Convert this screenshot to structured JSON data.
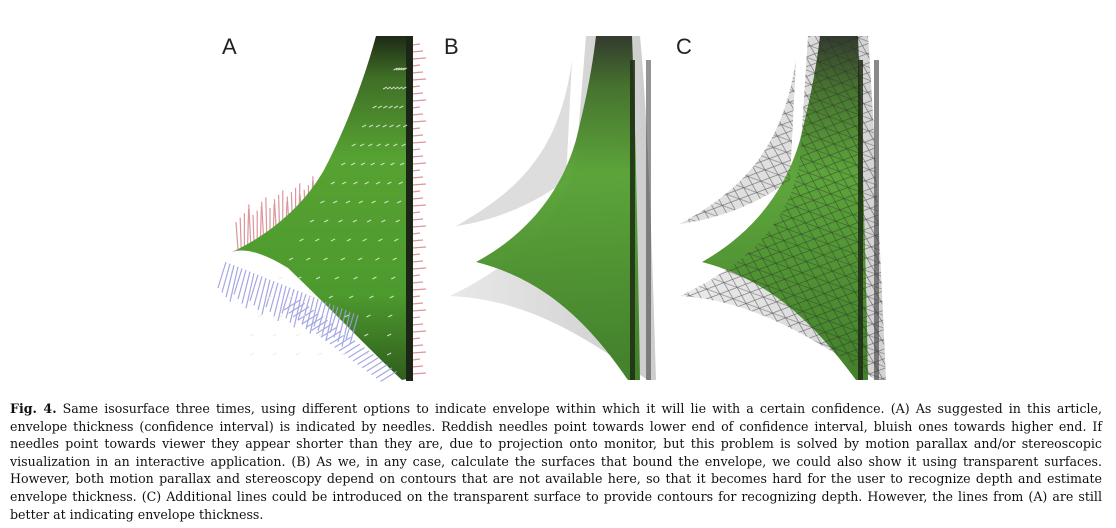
{
  "figure": {
    "panels": [
      {
        "label": "A",
        "style": "needles"
      },
      {
        "label": "B",
        "style": "transparent-surfaces"
      },
      {
        "label": "C",
        "style": "transparent-surfaces-with-lines"
      }
    ],
    "colors": {
      "surface_green": "#4f9a2f",
      "surface_dark": "#1e2a17",
      "needle_red": "#d88a92",
      "needle_blue": "#9c9ee0",
      "envelope_gray": "#c6c6c6",
      "mesh_line": "#2a2a2a"
    }
  },
  "caption": {
    "label": "Fig. 4.",
    "text": "Same isosurface three times, using different options to indicate envelope within which it will lie with a certain confidence. (A) As suggested in this article, envelope thickness (confidence interval) is indicated by needles. Reddish needles point towards lower end of confidence interval, bluish ones towards higher end. If needles point towards viewer they appear shorter than they are, due to projection onto monitor, but this problem is solved by motion parallax and/or stereoscopic visualization in an interactive application. (B) As we, in any case, calculate the surfaces that bound the envelope, we could also show it using transparent surfaces. However, both motion parallax and stereoscopy depend on contours that are not available here, so that it becomes hard for the user to recognize depth and estimate envelope thickness. (C) Additional lines could be introduced on the transparent surface to provide contours for recognizing depth. However, the lines from (A) are still better at indicating envelope thickness."
  }
}
